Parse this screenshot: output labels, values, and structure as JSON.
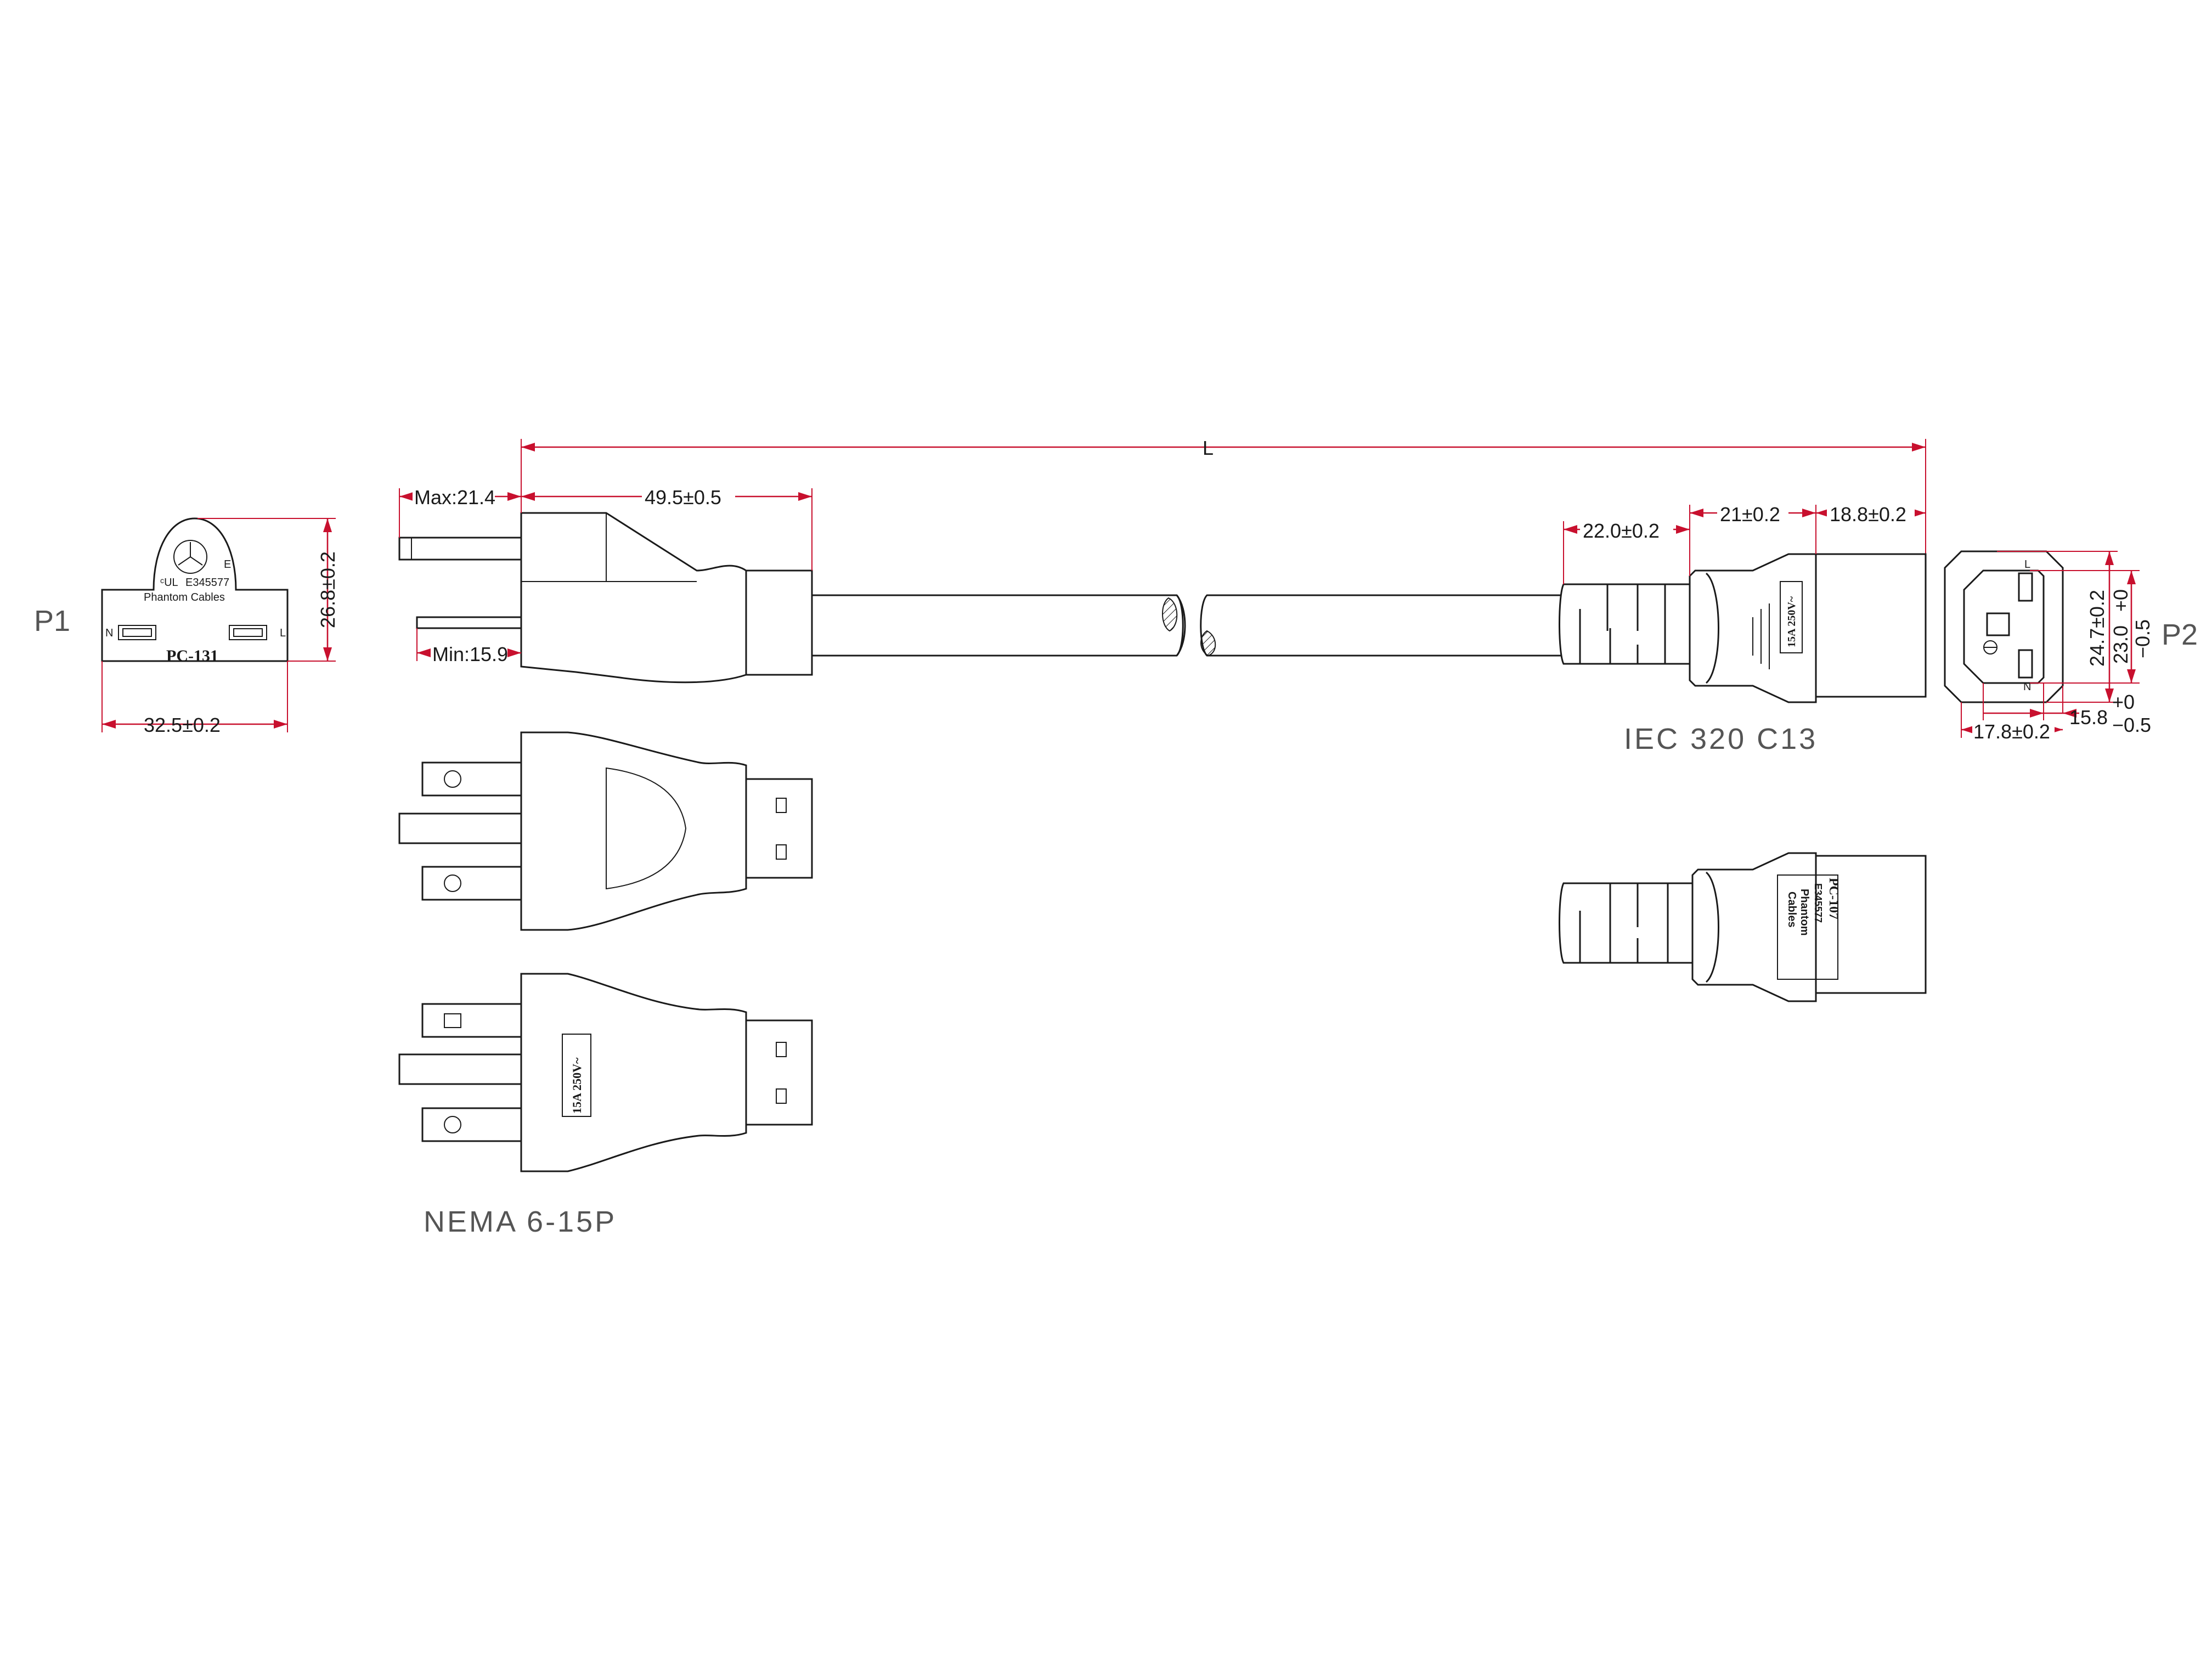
{
  "side_labels": {
    "p1": "P1",
    "p2": "P2"
  },
  "connector_labels": {
    "p1": "NEMA 6-15P",
    "p2": "IEC 320 C13"
  },
  "dimensions": {
    "length": "L",
    "p1_max": "Max:21.4",
    "p1_min": "Min:15.9",
    "p1_body_length": "49.5±0.5",
    "p1_face_height": "26.8±0.2",
    "p1_face_width": "32.5±0.2",
    "p2_grip_length": "22.0±0.2",
    "p2_mid_length": "21±0.2",
    "p2_head_length": "18.8±0.2",
    "p2_face_height_outer": "24.7±0.2",
    "p2_face_height_inner": "23.0",
    "p2_face_height_inner_tol_plus": "+0",
    "p2_face_height_inner_tol_minus": "−0.5",
    "p2_face_width_inner": "15.8",
    "p2_face_width_inner_tol_plus": "+0",
    "p2_face_width_inner_tol_minus": "−0.5",
    "p2_face_width_outer": "17.8±0.2"
  },
  "markings": {
    "p1_face_cert": "E345577",
    "p1_face_brand": "Phantom  Cables",
    "p1_face_model": "PC-131",
    "p1_face_n": "N",
    "p1_face_l": "L",
    "p1_face_e": "E",
    "p1_rating": "15A 250V~",
    "p2_rating": "15A 250V~",
    "p2_model": "PC-107",
    "p2_cert": "E345577",
    "p2_brand": "Phantom",
    "p2_brand2": "Cables",
    "p2_face_l": "L",
    "p2_face_n": "N"
  }
}
